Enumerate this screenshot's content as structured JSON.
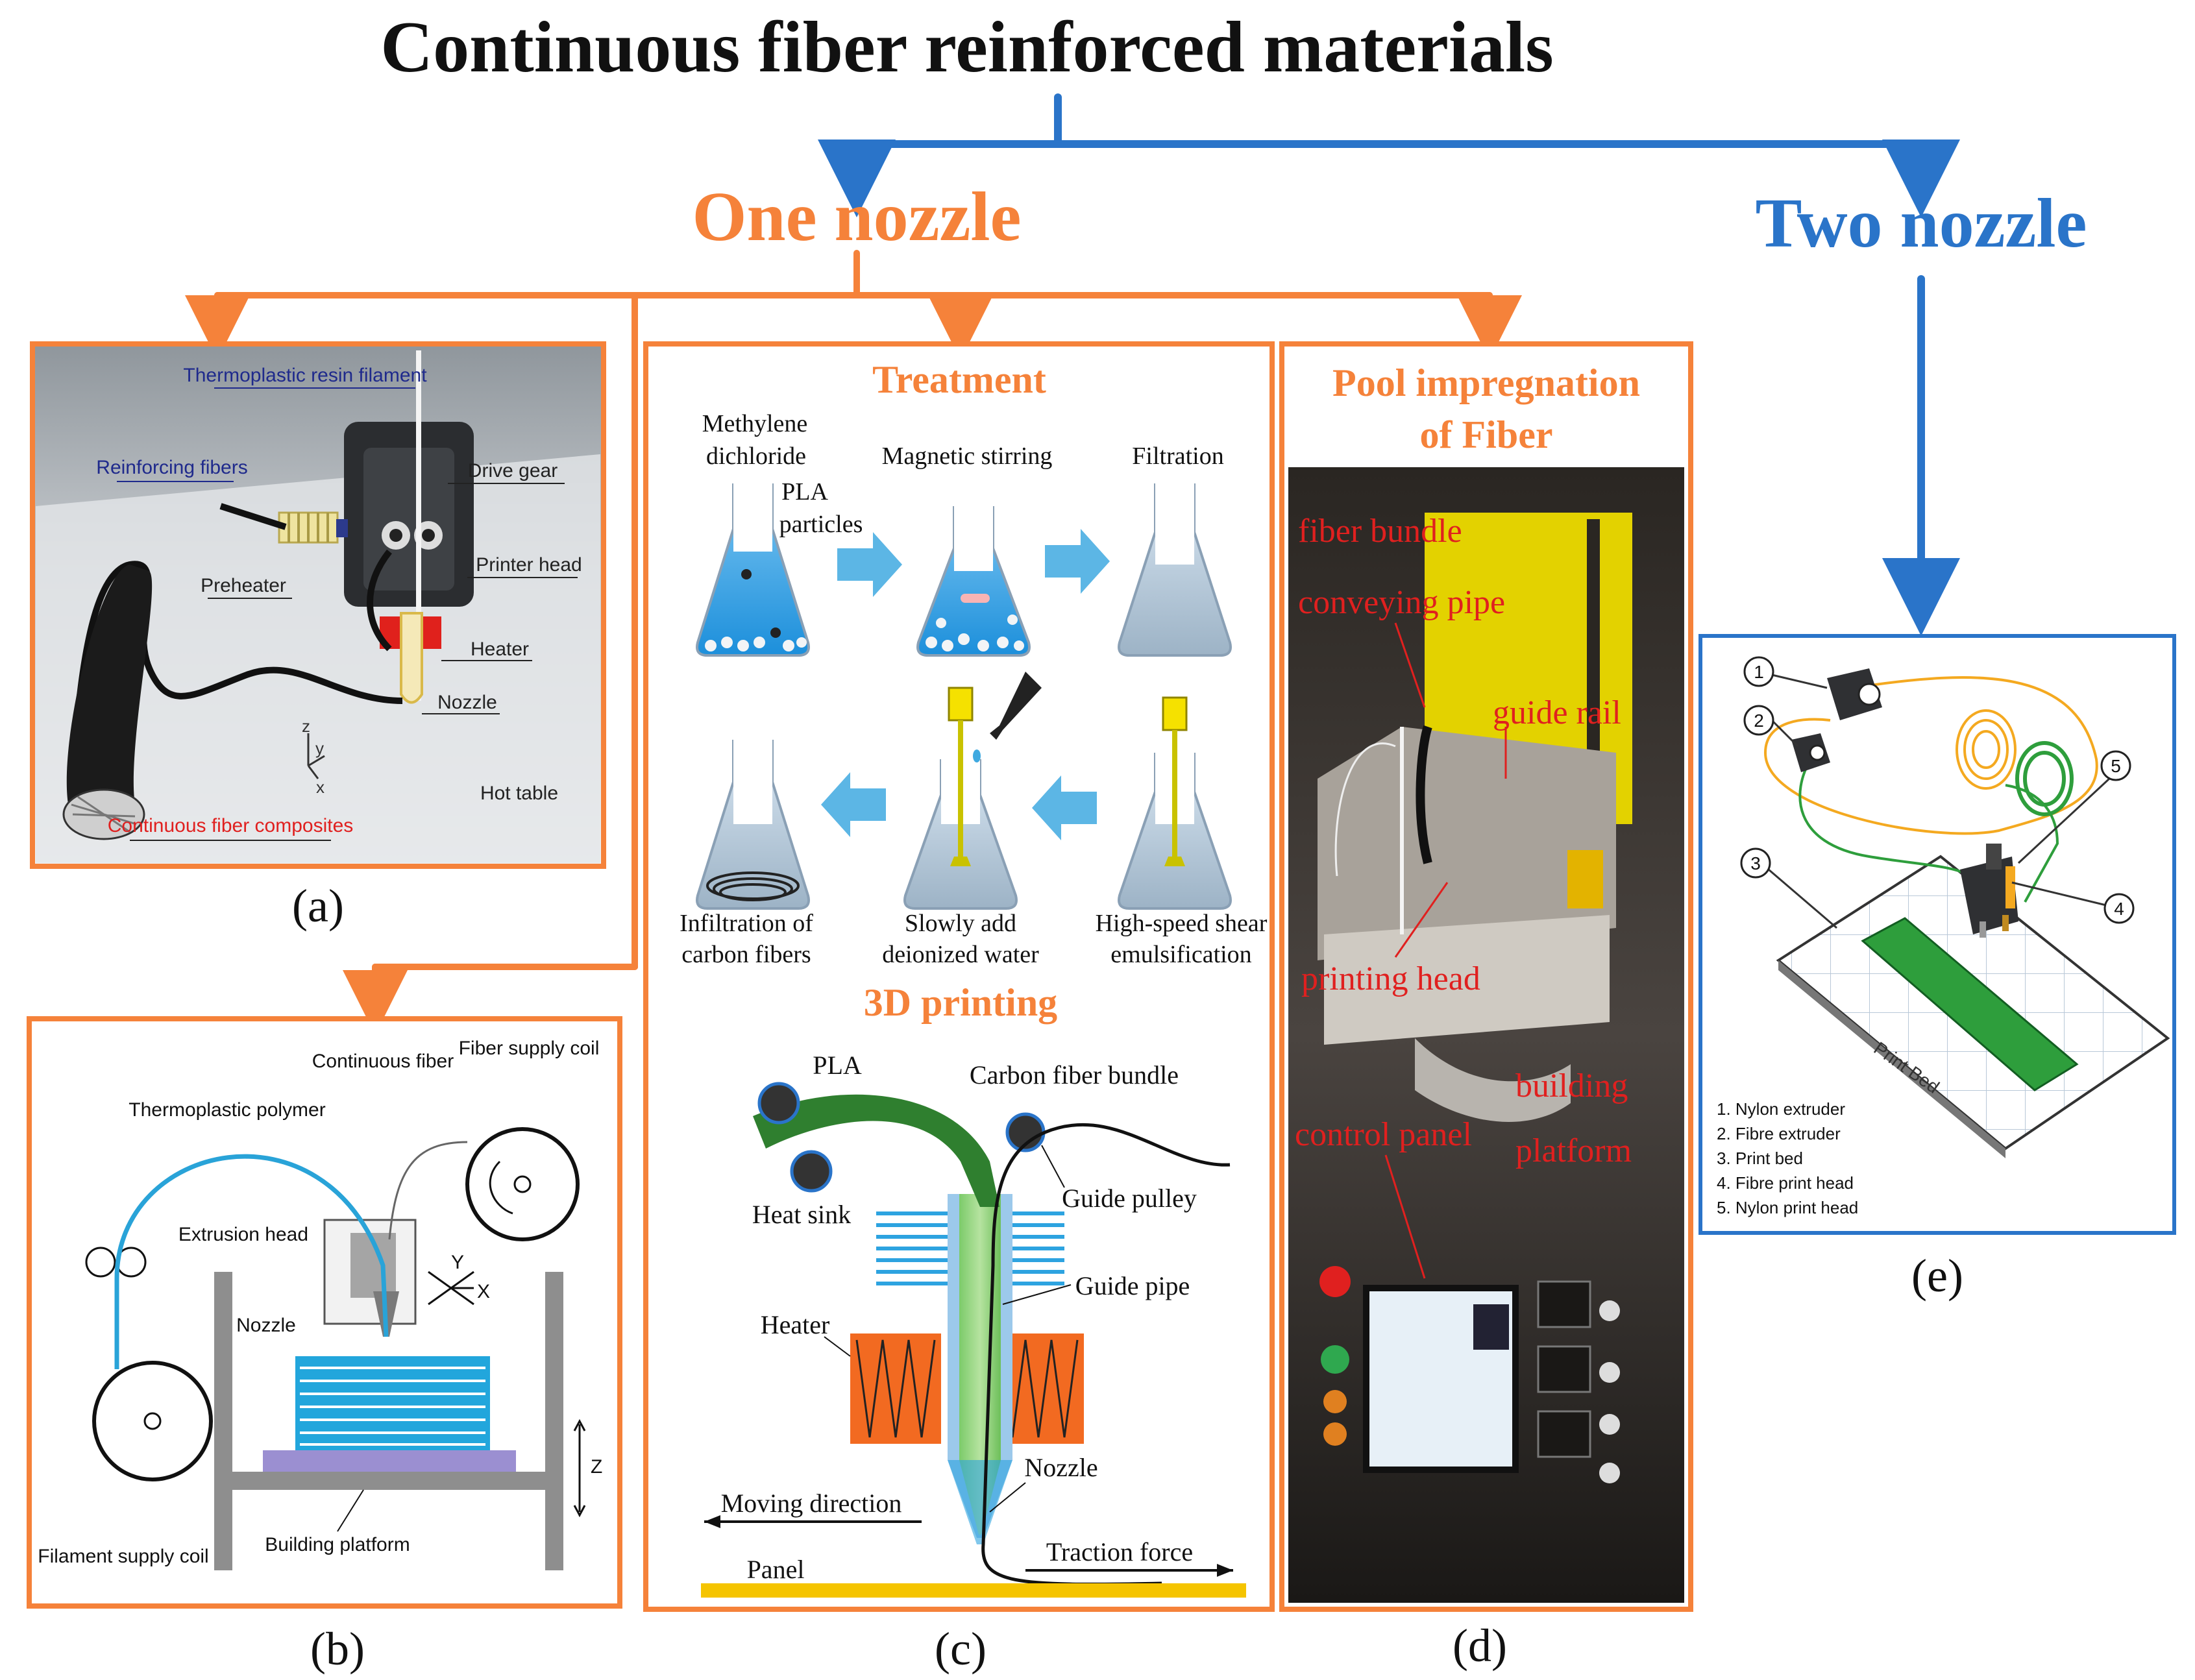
{
  "title": "Continuous fiber reinforced materials",
  "branches": {
    "one_nozzle": "One nozzle",
    "two_nozzle": "Two nozzle"
  },
  "colors": {
    "orange": "#F5823A",
    "blue": "#2A74C9",
    "cyan": "#3FA9E0",
    "green": "#2E8B2E",
    "yellow": "#F5C400",
    "heater": "#F26A21",
    "red_label": "#E0201F",
    "navy_label": "#1F2A8C"
  },
  "panel_a": {
    "caption": "(a)",
    "labels": {
      "filament": "Thermoplastic resin filament",
      "reinforcing": "Reinforcing fibers",
      "drive_gear": "Drive gear",
      "printer_head": "Printer head",
      "preheater": "Preheater",
      "heater": "Heater",
      "nozzle": "Nozzle",
      "composites": "Continuous fiber composites",
      "hot_table": "Hot table",
      "ax_z": "z",
      "ax_y": "y",
      "ax_x": "x"
    }
  },
  "panel_b": {
    "caption": "(b)",
    "labels": {
      "continuous_fiber": "Continuous fiber",
      "fiber_supply_coil": "Fiber supply coil",
      "thermoplastic_polymer": "Thermoplastic polymer",
      "extrusion_head": "Extrusion head",
      "nozzle": "Nozzle",
      "filament_supply_coil": "Filament supply coil",
      "building_platform": "Building platform",
      "ax_y": "Y",
      "ax_x": "X",
      "ax_z": "Z"
    }
  },
  "panel_c": {
    "caption": "(c)",
    "treatment_title": "Treatment",
    "printing_title": "3D printing",
    "steps": {
      "methylene_1": "Methylene",
      "methylene_2": "dichloride",
      "pla_particles_1": "PLA",
      "pla_particles_2": "particles",
      "magnetic": "Magnetic stirring",
      "filtration": "Filtration",
      "infiltration_1": "Infiltration of",
      "infiltration_2": "carbon fibers",
      "slowly_1": "Slowly add",
      "slowly_2": "deionized water",
      "shear_1": "High-speed shear",
      "shear_2": "emulsification"
    },
    "printing": {
      "pla": "PLA",
      "carbon_bundle": "Carbon fiber bundle",
      "heat_sink": "Heat sink",
      "guide_pulley": "Guide pulley",
      "guide_pipe": "Guide pipe",
      "heater": "Heater",
      "nozzle": "Nozzle",
      "moving_direction": "Moving direction",
      "traction_force": "Traction force",
      "panel": "Panel"
    }
  },
  "panel_d": {
    "caption": "(d)",
    "title_1": "Pool impregnation",
    "title_2": "of Fiber",
    "labels": {
      "fiber_bundle": "fiber bundle",
      "conveying_pipe": "conveying pipe",
      "guide_rail": "guide rail",
      "printing_head": "printing head",
      "building": "building",
      "platform": "platform",
      "control_panel": "control panel"
    }
  },
  "panel_e": {
    "caption": "(e)",
    "callouts": [
      "1",
      "2",
      "3",
      "4",
      "5"
    ],
    "print_bed": "Print Bed",
    "legend": [
      "1. Nylon extruder",
      "2. Fibre extruder",
      "3. Print bed",
      "4. Fibre print head",
      "5. Nylon print head"
    ]
  }
}
